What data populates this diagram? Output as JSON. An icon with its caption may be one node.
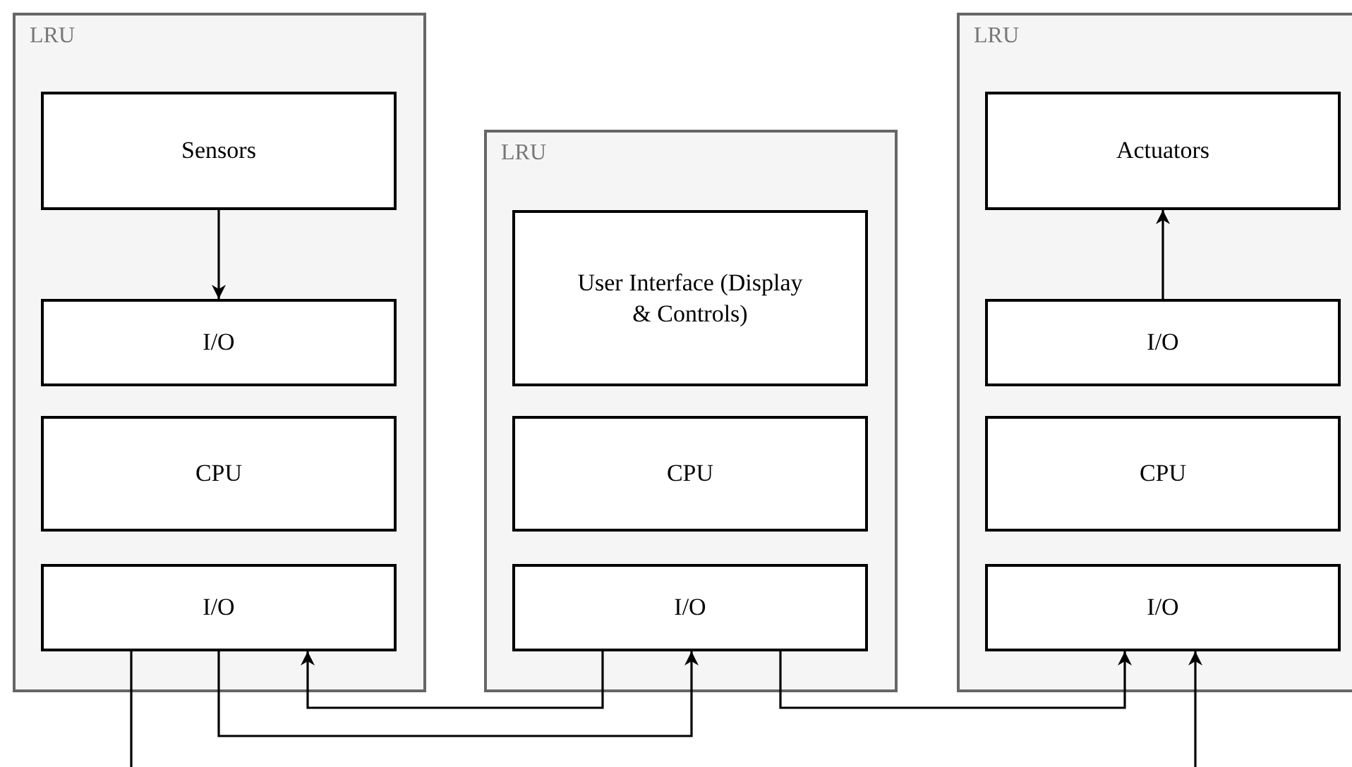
{
  "diagram": {
    "nodes": [
      {
        "text": [
          "LRU"
        ]
      },
      {
        "text": [
          "Sensors"
        ],
        "in": 0
      },
      {
        "text": [
          "I/O"
        ],
        "in": 0
      },
      {
        "text": [
          "CPU"
        ],
        "in": 0
      },
      {
        "text": [
          "I/O"
        ],
        "in": 0
      },
      {
        "text": [
          "LRU"
        ]
      },
      {
        "text": [
          "User Interface (Display & Controls)"
        ],
        "in": 5
      },
      {
        "text": [
          "CPU"
        ],
        "in": 5
      },
      {
        "text": [
          "I/O"
        ],
        "in": 5
      },
      {
        "text": [
          "LRU"
        ]
      },
      {
        "text": [
          "Actuators"
        ],
        "in": 9
      },
      {
        "text": [
          "I/O"
        ],
        "in": 9
      },
      {
        "text": [
          "CPU"
        ],
        "in": 9
      },
      {
        "text": [
          "I/O"
        ],
        "in": 9
      }
    ],
    "edges": [
      {
        "from": 1,
        "to": 2,
        "arrow": "to"
      },
      {
        "from": 4,
        "to": null,
        "arrow": "none"
      },
      {
        "from": 4,
        "to": 8,
        "arrow": "to"
      },
      {
        "from": 8,
        "to": 4,
        "arrow": "to"
      },
      {
        "from": 8,
        "to": 13,
        "arrow": "to"
      },
      {
        "from": null,
        "to": 13,
        "arrow": "to"
      },
      {
        "from": 11,
        "to": 10,
        "arrow": "to"
      }
    ]
  }
}
